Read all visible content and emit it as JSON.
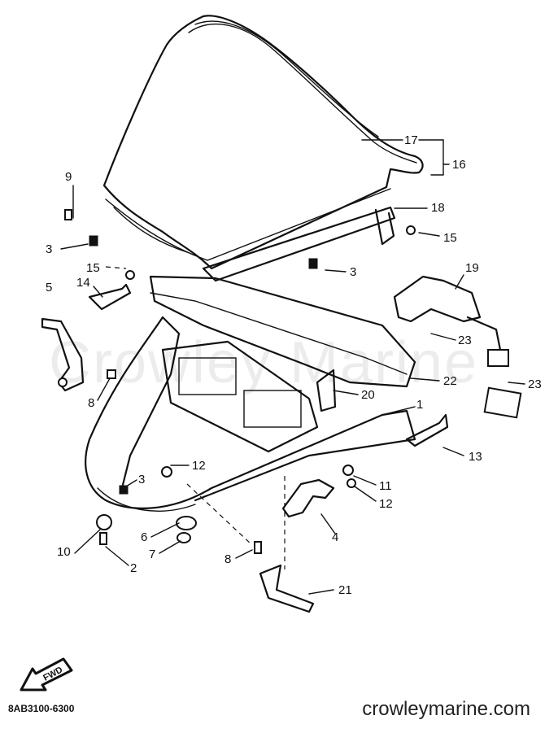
{
  "diagram": {
    "watermark": "Crowley Marine",
    "part_numbers": [
      {
        "key": "p17",
        "text": "17"
      },
      {
        "key": "p16",
        "text": "16"
      },
      {
        "key": "p9",
        "text": "9"
      },
      {
        "key": "p18",
        "text": "18"
      },
      {
        "key": "p15a",
        "text": "15"
      },
      {
        "key": "p3a",
        "text": "3"
      },
      {
        "key": "p3b",
        "text": "3"
      },
      {
        "key": "p15b",
        "text": "15"
      },
      {
        "key": "p19",
        "text": "19"
      },
      {
        "key": "p5",
        "text": "5"
      },
      {
        "key": "p14",
        "text": "14"
      },
      {
        "key": "p23a",
        "text": "23"
      },
      {
        "key": "p22",
        "text": "22"
      },
      {
        "key": "p23b",
        "text": "23"
      },
      {
        "key": "p8a",
        "text": "8"
      },
      {
        "key": "p20",
        "text": "20"
      },
      {
        "key": "p1",
        "text": "1"
      },
      {
        "key": "p13",
        "text": "13"
      },
      {
        "key": "p12a",
        "text": "12"
      },
      {
        "key": "p3c",
        "text": "3"
      },
      {
        "key": "p11",
        "text": "11"
      },
      {
        "key": "p12b",
        "text": "12"
      },
      {
        "key": "p4",
        "text": "4"
      },
      {
        "key": "p10",
        "text": "10"
      },
      {
        "key": "p6",
        "text": "6"
      },
      {
        "key": "p7",
        "text": "7"
      },
      {
        "key": "p2",
        "text": "2"
      },
      {
        "key": "p8b",
        "text": "8"
      },
      {
        "key": "p21",
        "text": "21"
      }
    ]
  },
  "badge": {
    "text": "FWD"
  },
  "footer": {
    "drawing_code": "8AB3100-6300",
    "site": "crowleymarine.com"
  }
}
